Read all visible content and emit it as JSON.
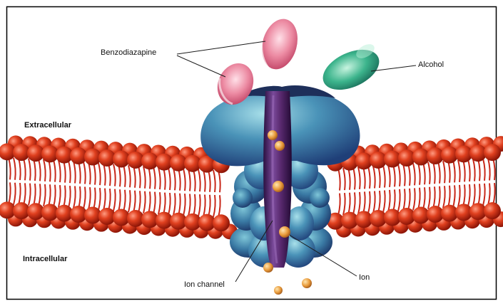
{
  "labels": {
    "benzodiazapine": "Benzodiazapine",
    "alcohol": "Alcohol",
    "extracellular": "Extracellular",
    "intracellular": "Intracellular",
    "ion_channel": "Ion channel",
    "ion": "Ion"
  },
  "colors": {
    "membrane_red": "#d8301c",
    "receptor_blue": "#3f7fa8",
    "channel_purple": "#5a2a6e",
    "benzo_pink": "#e87a94",
    "alcohol_green": "#2a9a78",
    "ion_orange": "#e8a040"
  }
}
